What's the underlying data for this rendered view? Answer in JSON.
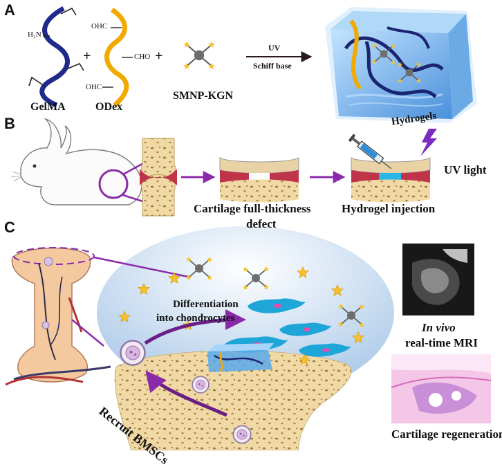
{
  "panels": {
    "a": "A",
    "b": "B",
    "c": "C"
  },
  "panel_a": {
    "gelma": "GelMA",
    "odex": "ODex",
    "smnp": "SMNP-KGN",
    "amine": "H₂N",
    "cho_top": "OHC",
    "cho_mid": "CHO",
    "cho_bot": "OHC",
    "plus": "+",
    "arrow_top": "UV",
    "arrow_bottom": "Schiff base",
    "hydrogels": "Hydrogels"
  },
  "panel_b": {
    "defect_line1": "Cartilage full-thickness",
    "defect_line2": "defect",
    "injection": "Hydrogel injection",
    "uv": "UV light"
  },
  "panel_c": {
    "differentiation_line1": "Differentiation",
    "differentiation_line2": "into chondrocytes",
    "recruit": "Recruit BMSCs",
    "mri_italic": "In vivo",
    "mri_rest": "real-time MRI",
    "regen": "Cartilage regeneration"
  },
  "colors": {
    "gelma": "#1f2a8c",
    "odex": "#f2a900",
    "hydrogel": "#3b8fe0",
    "arrow_purple": "#8a2aa8",
    "bone": "#f1d49a",
    "cartilage_red": "#c0344a",
    "cell_blue": "#1fa6d9"
  }
}
